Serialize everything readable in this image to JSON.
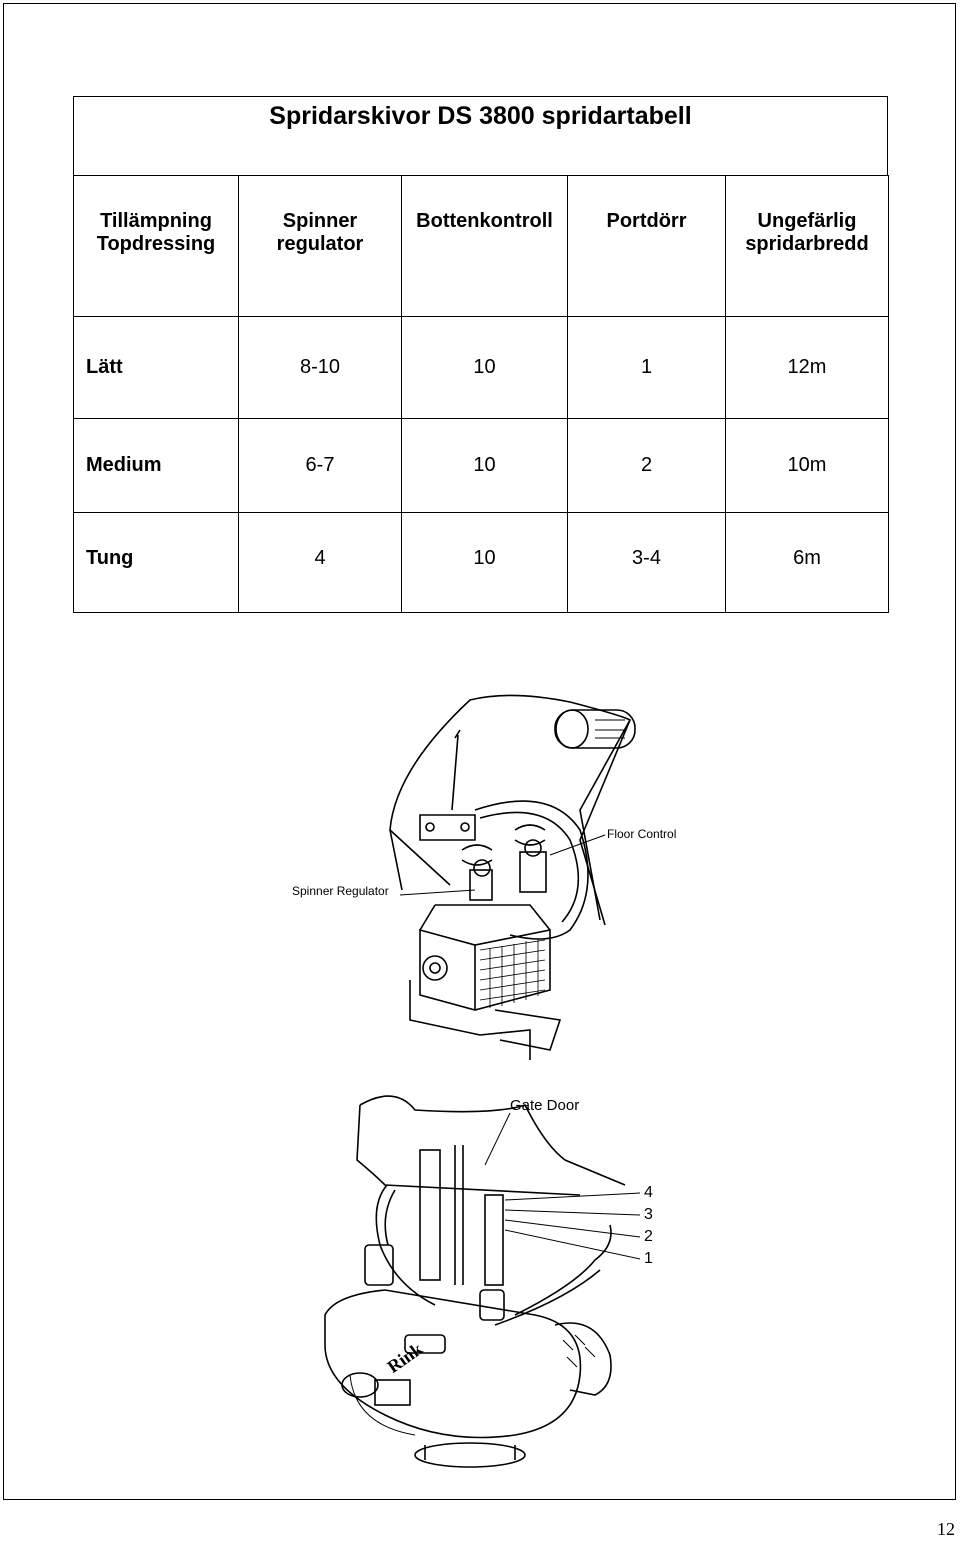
{
  "document": {
    "title": "Spridarskivor DS 3800 spridartabell",
    "page_number": "12"
  },
  "table": {
    "headers": [
      "Tillämpning Topdressing",
      "Spinner regulator",
      "Bottenkontroll",
      "Portdörr",
      "Ungefärlig spridarbredd"
    ],
    "header_lines": [
      [
        "Tillämpning",
        "Topdressing"
      ],
      [
        "Spinner",
        "regulator"
      ],
      [
        "Bottenkontroll"
      ],
      [
        "Portdörr"
      ],
      [
        "Ungefärlig",
        "spridarbredd"
      ]
    ],
    "rows": [
      [
        "Lätt",
        "8-10",
        "10",
        "1",
        "12m"
      ],
      [
        "Medium",
        "6-7",
        "10",
        "2",
        "10m"
      ],
      [
        "Tung",
        "4",
        "10",
        "3-4",
        "6m"
      ]
    ]
  },
  "figure_top": {
    "labels": {
      "floor_control": "Floor Control",
      "spinner_regulator": "Spinner Regulator"
    }
  },
  "figure_bottom": {
    "labels": {
      "gate_door": "Gate Door",
      "positions": [
        "4",
        "3",
        "2",
        "1"
      ],
      "brand": "Rink"
    }
  }
}
